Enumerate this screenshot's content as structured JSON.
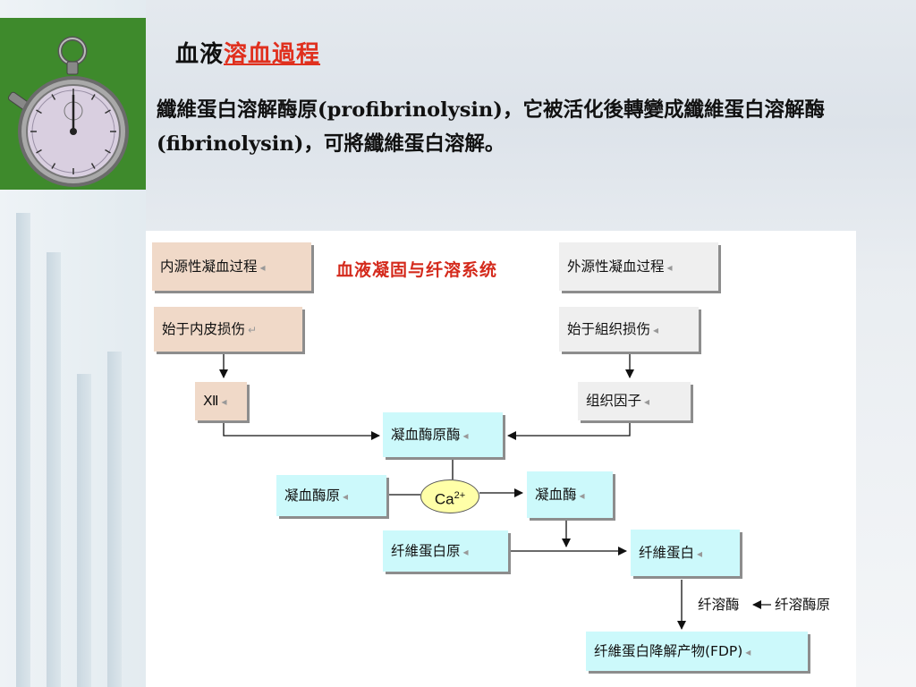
{
  "slide": {
    "title_prefix": "血液",
    "title_link": "溶血過程",
    "body": "纖維蛋白溶解酶原(profibrinolysin)，它被活化後轉變成纖維蛋白溶解酶(fibrinolysin)，可將纖維蛋白溶解。"
  },
  "diagram": {
    "title": "血液凝固与纤溶系统",
    "tab_mark": "◂",
    "return_mark": "↵",
    "intrinsic": "内源性凝血过程",
    "extrinsic": "外源性凝血过程",
    "endothelium": "始于内皮损伤",
    "tissue_damage": "始于組织损伤",
    "factor_xii": "Ⅻ",
    "tissue_factor": "组织因子",
    "prothrombinase": "凝血酶原酶",
    "prothrombin": "凝血酶原",
    "ca": "Ca",
    "ca_sup": "2+",
    "thrombin": "凝血酶",
    "fibrinogen": "纤維蛋白原",
    "fibrin": "纤維蛋白",
    "plasmin": "纤溶酶",
    "plasminogen": "纤溶酶原",
    "fdp": "纤維蛋白降解产物(FDP)"
  },
  "colors": {
    "background": "#e4e9ee",
    "picture_green": "#3e8a2c",
    "title_link": "#e0301e",
    "chart_title": "#d42a1c",
    "box_pink": "#f0d9c8",
    "box_gray": "#efefef",
    "box_cyan": "#ccf9fb",
    "ca_circle": "#ffffa8"
  },
  "icons": [
    "stopwatch-image"
  ]
}
